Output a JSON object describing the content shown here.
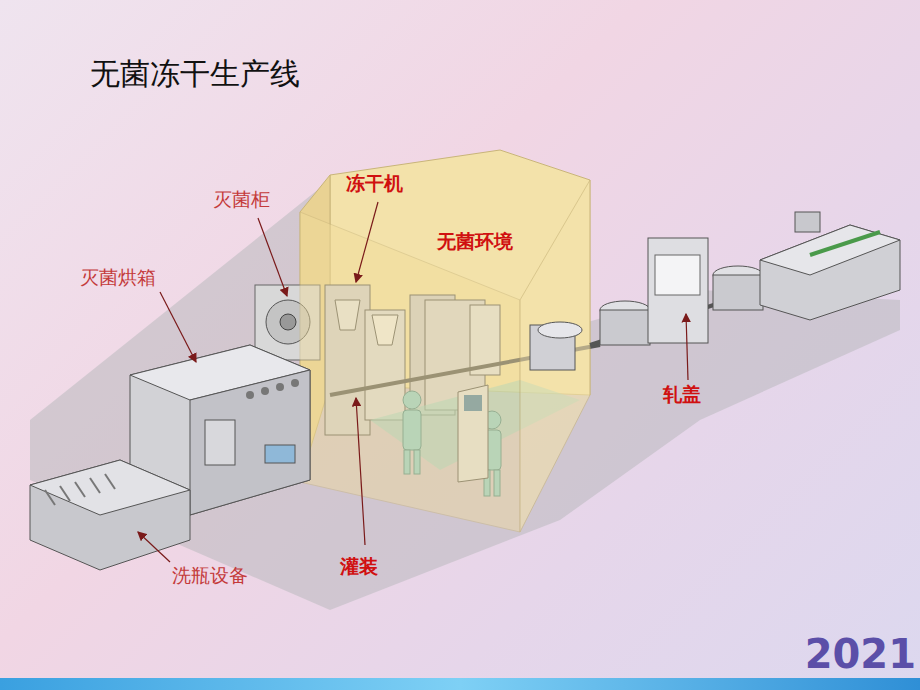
{
  "diagram": {
    "title": "无菌冻干生产线",
    "labels": [
      "冻干机",
      "灭菌柜",
      "无菌环境",
      "灭菌烘箱",
      "轧盖",
      "洗瓶设备",
      "灌装",
      "2021"
    ]
  }
}
